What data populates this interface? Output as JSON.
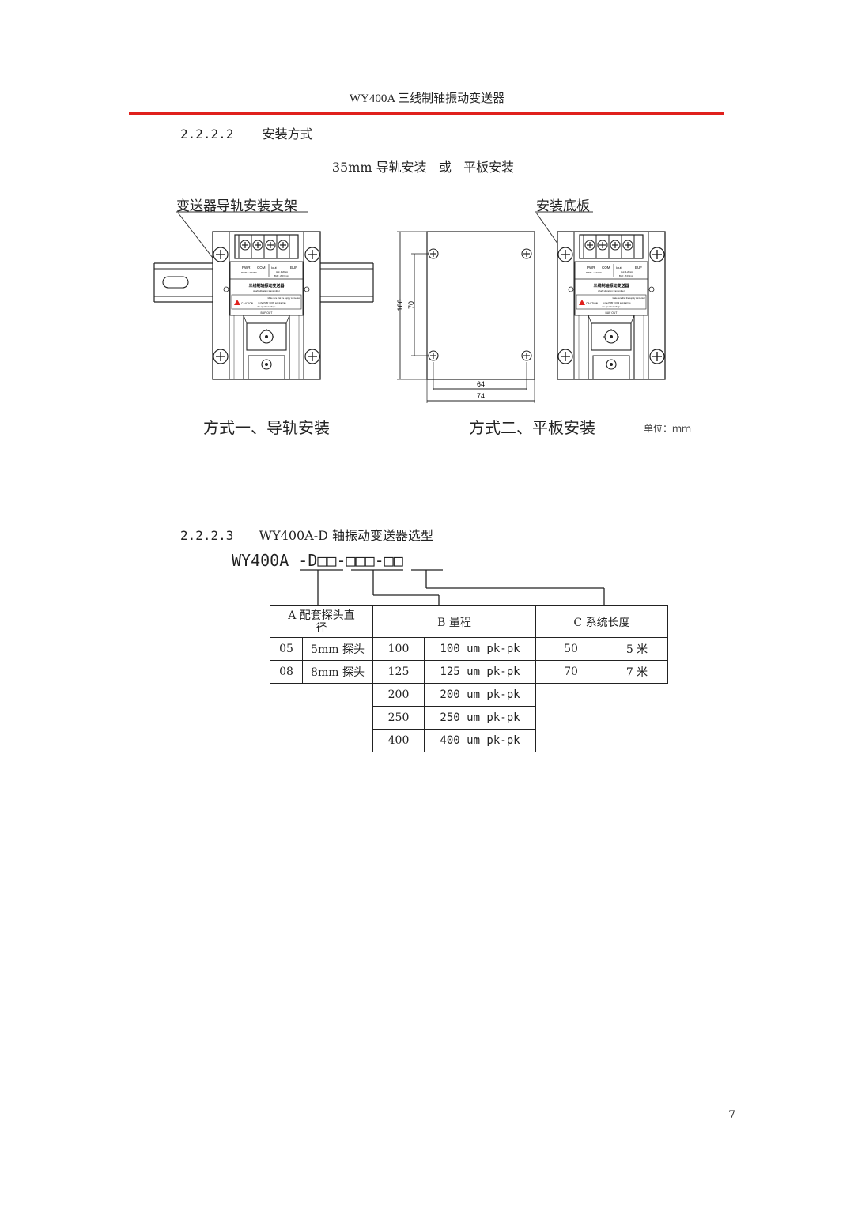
{
  "header": {
    "title": "WY400A 三线制轴振动变送器"
  },
  "section_mount": {
    "number": "2.2.2.2",
    "title": "安装方式"
  },
  "mount_subtitle": "35mm 导轨安装   或   平板安装",
  "labels": {
    "rail_bracket": "变送器导轨安装支架",
    "base_plate": "安装底板",
    "caption_rail": "方式一、导轨安装",
    "caption_plate": "方式二、平板安装",
    "unit": "单位：ｍｍ"
  },
  "dimensions": {
    "height_outer": "100",
    "height_inner": "70",
    "width_inner": "64",
    "width_outer": "74"
  },
  "device_panel": {
    "pwr": "PWR",
    "com": "COM",
    "iout": "Iout",
    "buf": "BUF",
    "pwr_sub": "PWR: +24VDC",
    "iout_sub": "Iout: 4-20mA",
    "buf_sub": "BUF: -8.0V/mm",
    "name_cn": "三线制轴振动变送器",
    "name_en": "shaft vibration transmitter",
    "caution_word": "CAUTION",
    "caution_line1": "Make sure that the supply connected",
    "caution_line2": "to the PWR / COM terminal has",
    "caution_line3": "the specified voltage",
    "buf_out": "BUF OUT"
  },
  "section_select": {
    "number": "2.2.2.3",
    "title": "WY400A-D 轴振动变送器选型"
  },
  "model_code": "WY400A -D□□-□□□-□□",
  "selection_table": {
    "headers": {
      "a": "A 配套探头直径",
      "b": "B  量程",
      "c": "C  系统长度"
    },
    "rows": [
      {
        "a_code": "05",
        "a_desc": "5mm 探头",
        "b_code": "100",
        "b_desc": "100 um pk-pk",
        "c_code": "50",
        "c_desc": "5 米"
      },
      {
        "a_code": "08",
        "a_desc": "8mm 探头",
        "b_code": "125",
        "b_desc": "125 um pk-pk",
        "c_code": "70",
        "c_desc": "7 米"
      },
      {
        "b_code": "200",
        "b_desc": "200 um pk-pk"
      },
      {
        "b_code": "250",
        "b_desc": "250 um pk-pk"
      },
      {
        "b_code": "400",
        "b_desc": "400 um pk-pk"
      }
    ]
  },
  "page_number": "7"
}
